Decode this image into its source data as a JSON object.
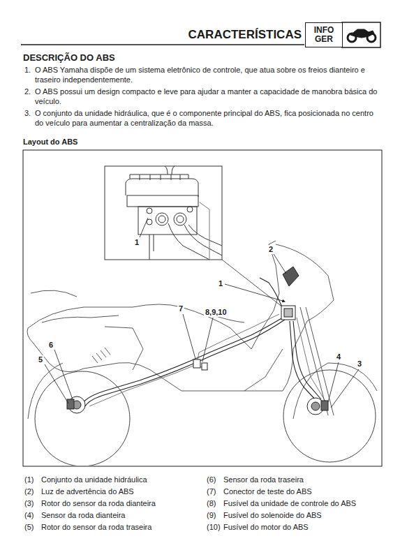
{
  "diagram": {
    "title": "DESCRIÇÃO DO ABS",
    "nodes": [
      {
        "text": [
          "INFO GER"
        ]
      }
    ],
    "labels": [
      "CARACTERÍSTICAS",
      "1.",
      "O ABS Yamaha dispõe de um sistema eletrônico de controle, que atua sobre os freios dianteiro e traseiro independentemente.",
      "2.",
      "O ABS possui um design compacto e leve para ajudar a manter a capacidade de manobra básica do veículo.",
      "3.",
      "O conjunto da unidade hidráulica, que é o componente principal do ABS, fica posicionada no centro do veículo para aumentar a centralização da massa.",
      "Layout do ABS",
      "1",
      "2",
      "1",
      "7",
      "8,9,10",
      "6",
      "5",
      "4",
      "3",
      "(1)",
      "Conjunto da unidade hidráulica",
      "(2)",
      "Luz de advertência do ABS",
      "(3)",
      "Rotor do sensor da roda dianteira",
      "(4)",
      "Sensor da roda dianteira",
      "(5)",
      "Rotor do sensor da roda traseira",
      "(6)",
      "Sensor da roda traseira",
      "(7)",
      "Conector de teste do ABS",
      "(8)",
      "Fusível da unidade de controle do ABS",
      "(9)",
      "Fusível do solenoide do ABS",
      "(10)",
      "Fusível do motor do ABS"
    ]
  }
}
